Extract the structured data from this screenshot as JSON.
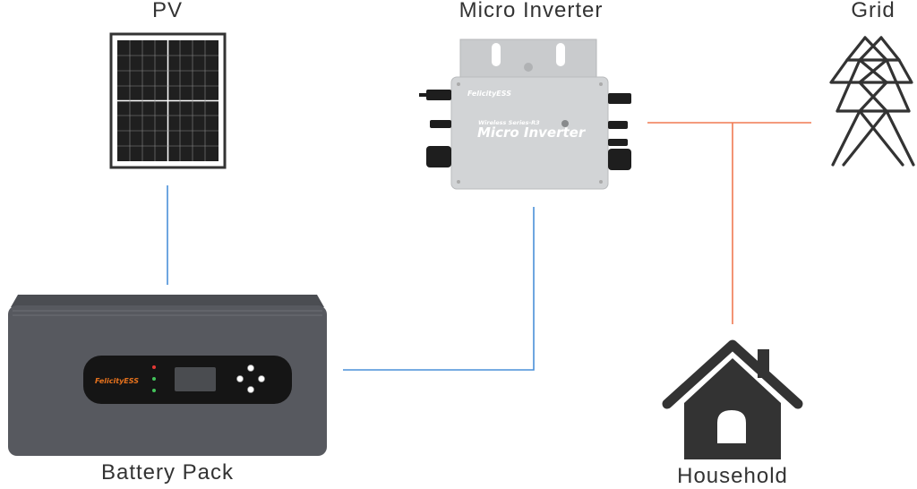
{
  "nodes": {
    "pv": {
      "label": "PV"
    },
    "inverter": {
      "label": "Micro Inverter",
      "brand": "FelicityESS",
      "series_text": "Wireless Series-R3",
      "product_name": "Micro Inverter"
    },
    "grid": {
      "label": "Grid"
    },
    "battery": {
      "label": "Battery Pack",
      "brand": "FelicityESS"
    },
    "household": {
      "label": "Household"
    }
  },
  "colors": {
    "dc_line": "#4a90d9",
    "ac_line": "#f07a52",
    "icon_dark": "#333333",
    "battery_body": "#57595f",
    "inverter_body": "#d2d4d6",
    "brand_accent": "#e8731d"
  },
  "icons": {
    "pv": "solar-panel-icon",
    "grid": "transmission-tower-icon",
    "household": "house-icon"
  }
}
